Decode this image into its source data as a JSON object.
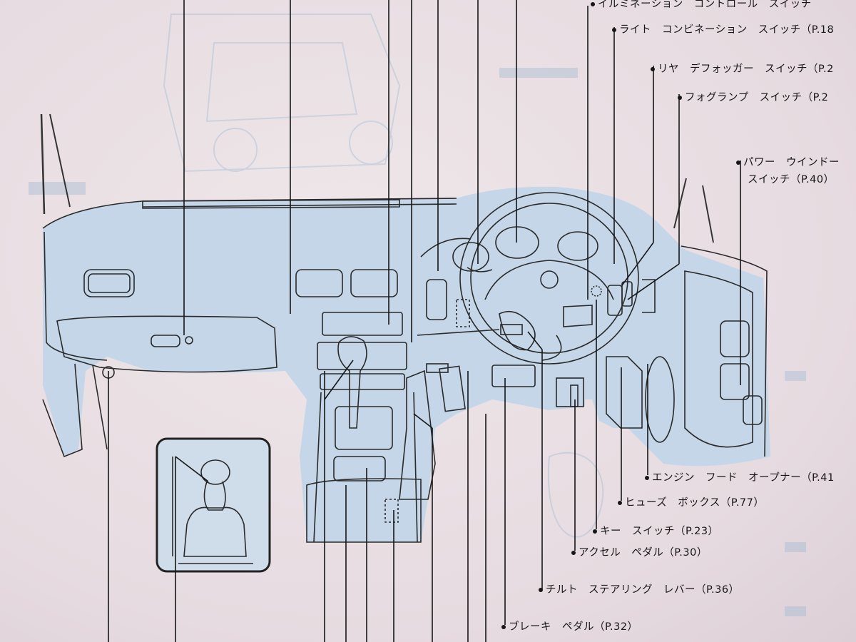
{
  "labels": {
    "illumination": "イルミネーション　コントロール　スイッチ",
    "light_combination": "ライト　コンビネーション　スイッチ（P.18",
    "rear_defogger": "リヤ　デフォッガー　スイッチ（P.2",
    "fog_lamp": "フォグランプ　スイッチ（P.2",
    "power_window_line1": "パワー　ウインドー",
    "power_window_line2": "スイッチ（P.40）",
    "engine_hood": "エンジン　フード　オープナー（P.41",
    "fuse_box": "ヒューズ　ボックス（P.77）",
    "key_switch": "キー　スイッチ（P.23）",
    "accelerator": "アクセル　ペダル（P.30）",
    "tilt_steering": "チルト　ステアリング　レバー（P.36）",
    "brake_pedal": "ブレーキ　ペダル（P.32）"
  },
  "colors": {
    "paper": "#e9dfe3",
    "ink": "#161616",
    "interior_fill": "#c4d6e8",
    "ghost_print": "#8fb0cf"
  },
  "icons": [
    "dashboard-illustration",
    "shift-knob-inset",
    "leader-lines"
  ]
}
